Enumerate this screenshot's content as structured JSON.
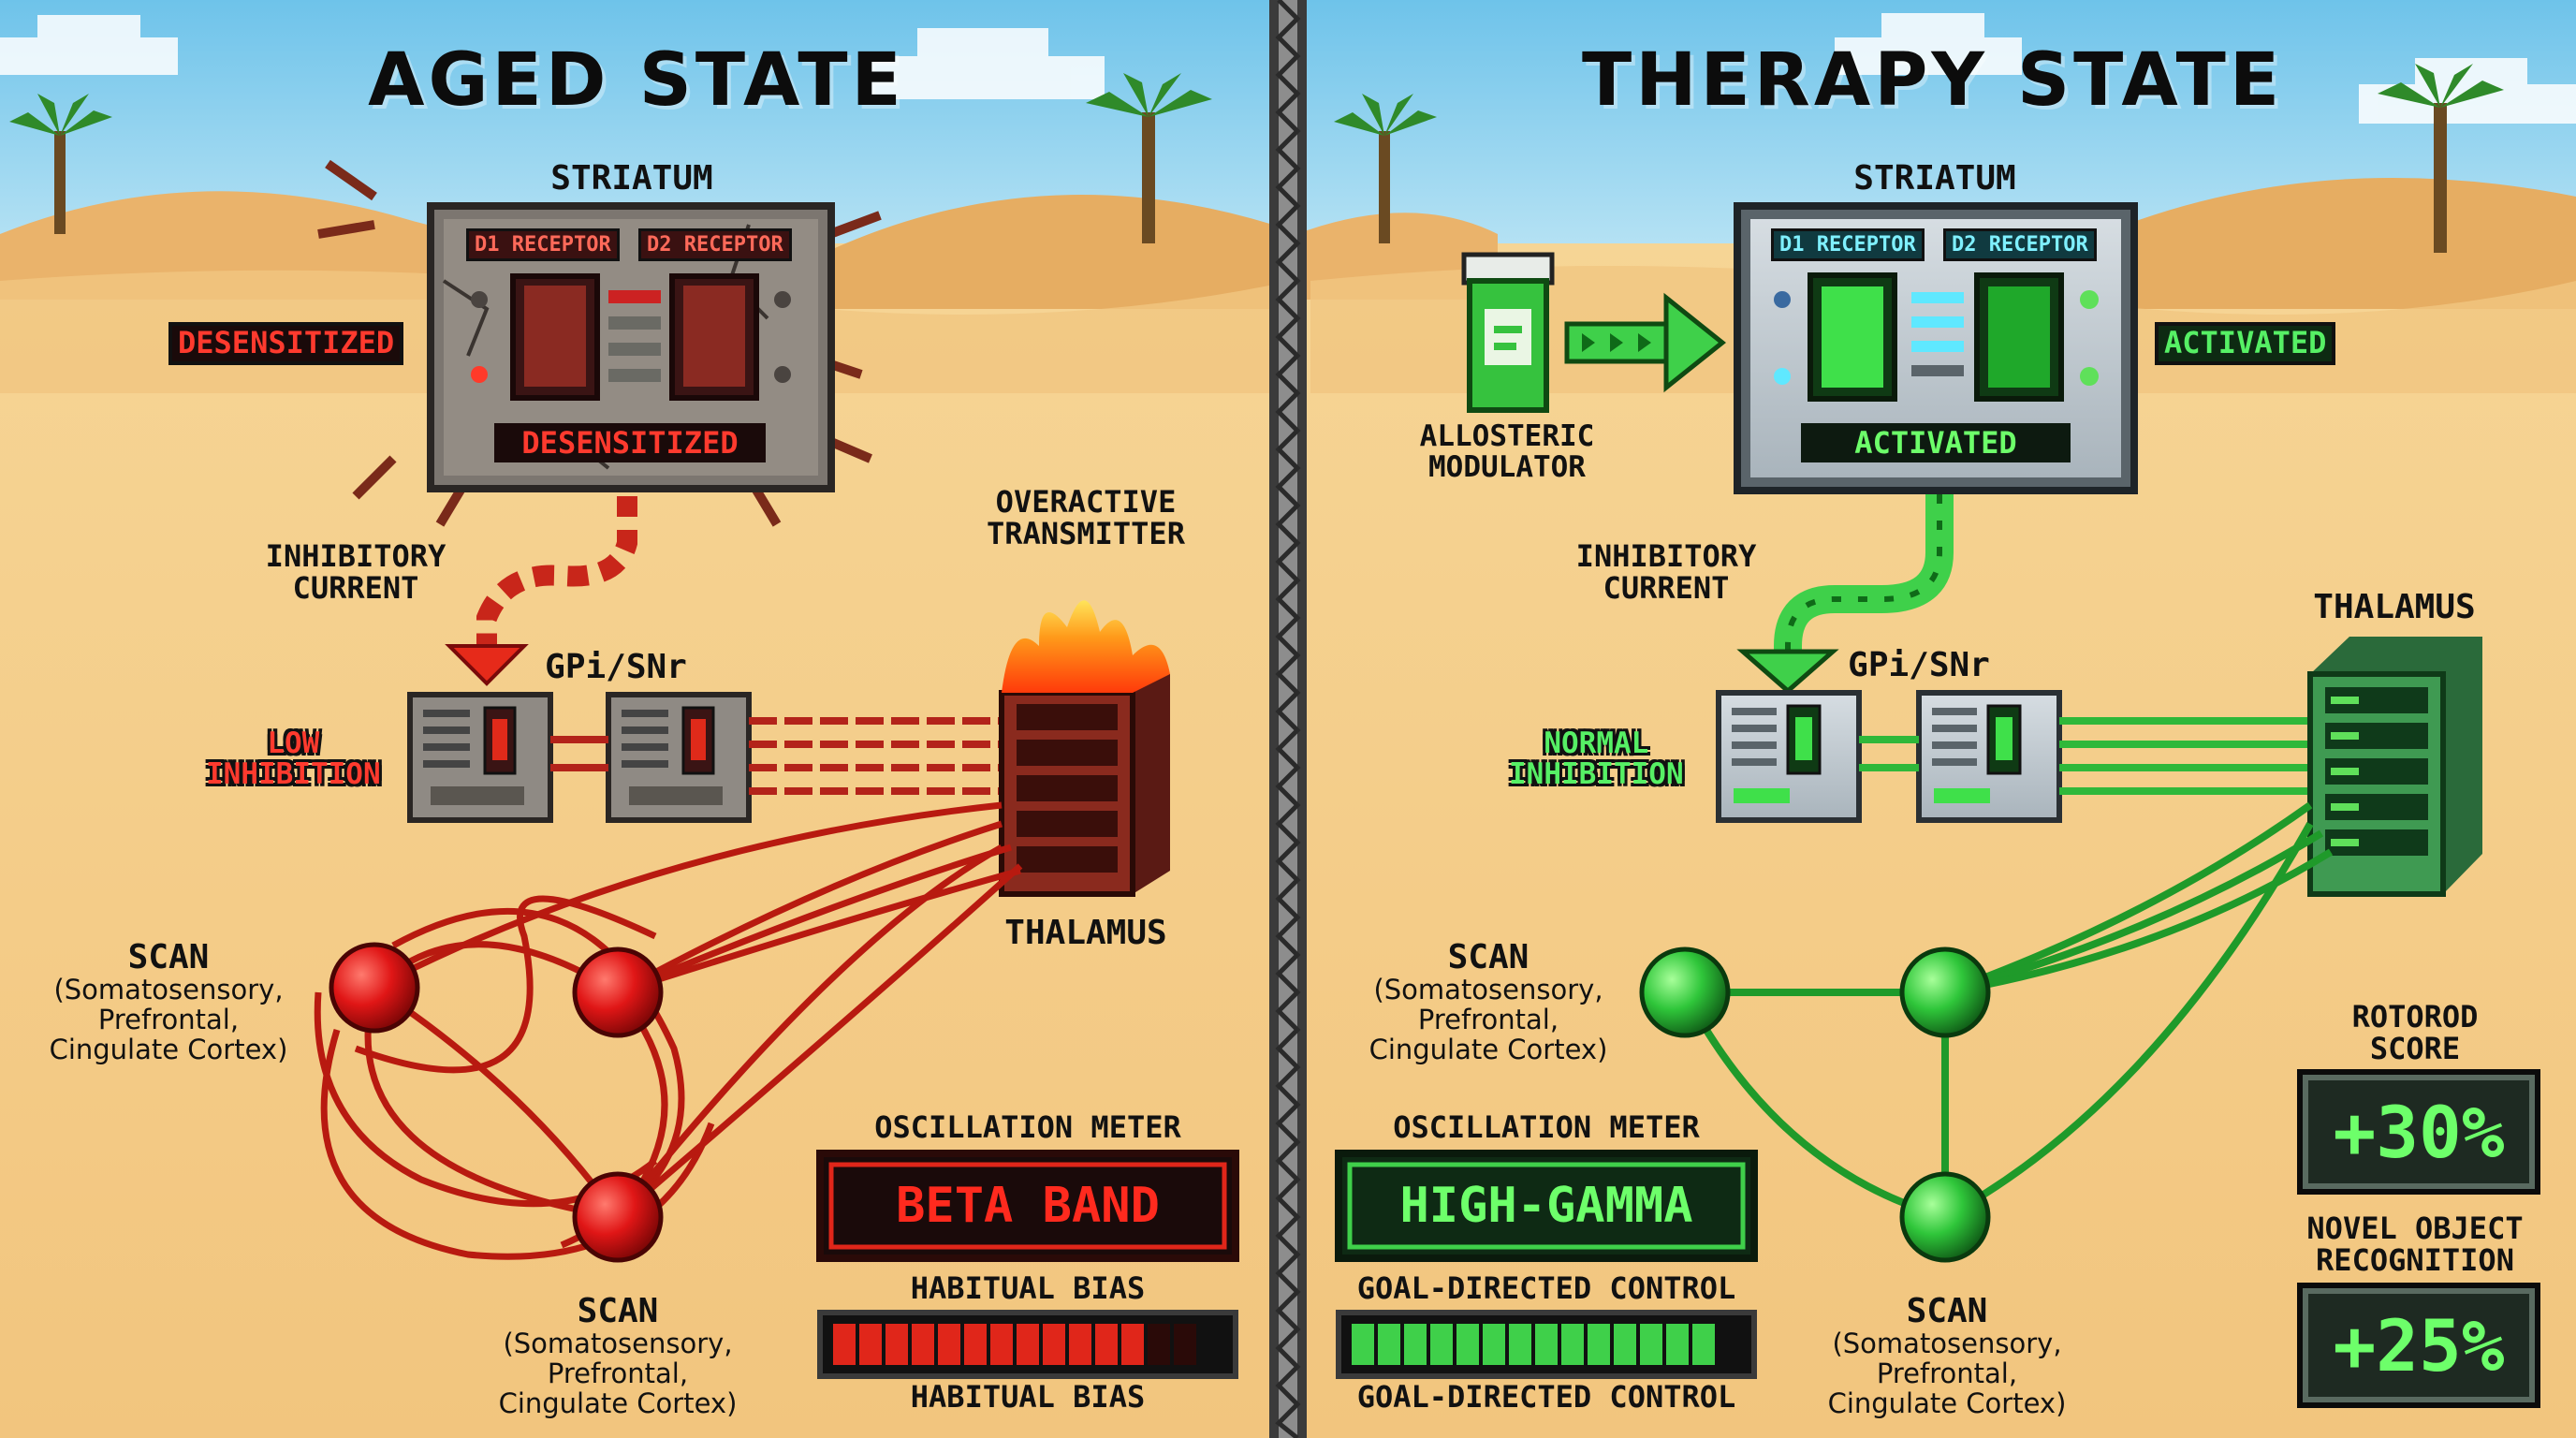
{
  "left": {
    "title": "AGED STATE",
    "striatum_label": "STRIATUM",
    "d1_label": "D1 RECEPTOR",
    "d2_label": "D2 RECEPTOR",
    "status_side": "DESENSITIZED",
    "status_screen": "DESENSITIZED",
    "inhibitory_label": [
      "INHIBITORY",
      "CURRENT"
    ],
    "gpi_label": "GPi/SNr",
    "inhibition_label": [
      "LOW",
      "INHIBITION"
    ],
    "overactive_label": [
      "OVERACTIVE",
      "TRANSMITTER"
    ],
    "thalamus_label": "THALAMUS",
    "scan_title": "SCAN",
    "scan_sub": [
      "(Somatosensory,",
      "Prefrontal,",
      "Cingulate Cortex)"
    ],
    "meter_label": "OSCILLATION METER",
    "meter_value": "BETA BAND",
    "bar_label_top": "HABITUAL BIAS",
    "bar_label_bottom": "HABITUAL BIAS",
    "bar_level": 0.86
  },
  "right": {
    "title": "THERAPY STATE",
    "striatum_label": "STRIATUM",
    "d1_label": "D1 RECEPTOR",
    "d2_label": "D2 RECEPTOR",
    "status_side": "ACTIVATED",
    "status_screen": "ACTIVATED",
    "modulator_label": [
      "ALLOSTERIC",
      "MODULATOR"
    ],
    "inhibitory_label": [
      "INHIBITORY",
      "CURRENT"
    ],
    "gpi_label": "GPi/SNr",
    "inhibition_label": [
      "NORMAL",
      "INHIBITION"
    ],
    "thalamus_label": "THALAMUS",
    "scan_title": "SCAN",
    "scan_sub": [
      "(Somatosensory,",
      "Prefrontal,",
      "Cingulate Cortex)"
    ],
    "meter_label": "OSCILLATION METER",
    "meter_value": "HIGH-GAMMA",
    "bar_label_top": "GOAL-DIRECTED CONTROL",
    "bar_label_bottom": "GOAL-DIRECTED CONTROL",
    "bar_level": 1.0,
    "rotorod_label": [
      "ROTOROD",
      "SCORE"
    ],
    "rotorod_value": "+30%",
    "nor_label": [
      "NOVEL OBJECT",
      "RECOGNITION"
    ],
    "nor_value": "+25%"
  },
  "colors": {
    "aged_accent": "#e0261a",
    "therapy_accent": "#3fd04a"
  }
}
